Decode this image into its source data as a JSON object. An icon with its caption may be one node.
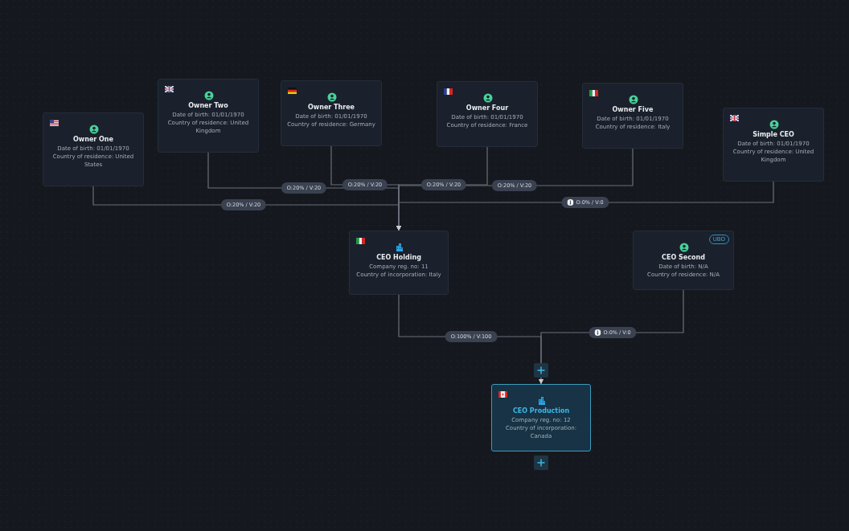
{
  "diagram": {
    "nodes": [
      {
        "text": [
          "Owner One",
          "Date of birth: 01/01/1970",
          "Country of residence: United States"
        ]
      },
      {
        "text": [
          "Owner Two",
          "Date of birth: 01/01/1970",
          "Country of residence: United Kingdom"
        ]
      },
      {
        "text": [
          "Owner Three",
          "Date of birth: 01/01/1970",
          "Country of residence: Germany"
        ]
      },
      {
        "text": [
          "Owner Four",
          "Date of birth: 01/01/1970",
          "Country of residence: France"
        ]
      },
      {
        "text": [
          "Owner Five",
          "Date of birth: 01/01/1970",
          "Country of residence: Italy"
        ]
      },
      {
        "text": [
          "Simple CEO",
          "Date of birth: 01/01/1970",
          "Country of residence: United Kingdom"
        ]
      },
      {
        "text": [
          "CEO Holding",
          "Company reg. no: 11",
          "Country of incorporation: Italy"
        ]
      },
      {
        "text": [
          "CEO Second",
          "Date of birth: N/A",
          "Country of residence: N/A",
          "UBO"
        ]
      },
      {
        "text": [
          "CEO Production",
          "Company reg. no: 12",
          "Country of incorporation: Canada"
        ]
      }
    ],
    "edges": [
      {
        "from": 0,
        "to": 6,
        "arrow": "to",
        "label": "O:20% / V:20"
      },
      {
        "from": 1,
        "to": 6,
        "arrow": "to",
        "label": "O:20% / V:20"
      },
      {
        "from": 2,
        "to": 6,
        "arrow": "to",
        "label": "O:20% / V:20"
      },
      {
        "from": 3,
        "to": 6,
        "arrow": "to",
        "label": "O:20% / V:20"
      },
      {
        "from": 4,
        "to": 6,
        "arrow": "to",
        "label": "O:20% / V:20"
      },
      {
        "from": 5,
        "to": 6,
        "arrow": "to",
        "label": "O:0% / V:0"
      },
      {
        "from": 6,
        "to": 8,
        "arrow": "to",
        "label": "O:100% / V:100"
      },
      {
        "from": 7,
        "to": 8,
        "arrow": "to",
        "label": "O:0% / V:0"
      }
    ]
  }
}
